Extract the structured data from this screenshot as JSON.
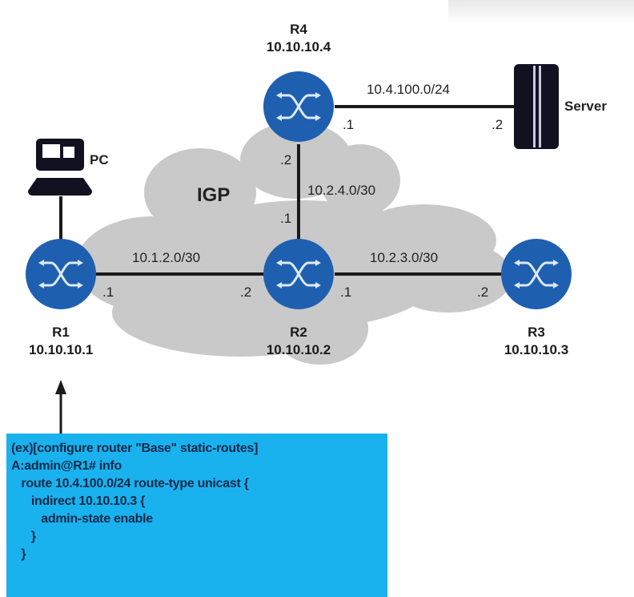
{
  "cloud": {
    "label": "IGP",
    "color": "#c9c9c9"
  },
  "colors": {
    "router": "#1f5fb0",
    "router_icon": "#dce9f8",
    "link": "#1a1a1a",
    "code_bg": "#1ab2ee",
    "device": "#111122"
  },
  "routers": [
    {
      "name": "R1",
      "ip": "10.10.10.1",
      "icon": "router-icon"
    },
    {
      "name": "R2",
      "ip": "10.10.10.2",
      "icon": "router-icon"
    },
    {
      "name": "R3",
      "ip": "10.10.10.3",
      "icon": "router-icon"
    },
    {
      "name": "R4",
      "ip": "10.10.10.4",
      "icon": "router-icon"
    }
  ],
  "devices": {
    "pc": {
      "label": "PC",
      "icon": "pc-icon"
    },
    "server": {
      "label": "Server",
      "icon": "server-icon"
    }
  },
  "links": [
    {
      "subnet": "10.1.2.0/30",
      "a_end": ".1",
      "b_end": ".2",
      "between": "R1-R2"
    },
    {
      "subnet": "10.2.3.0/30",
      "a_end": ".1",
      "b_end": ".2",
      "between": "R2-R3"
    },
    {
      "subnet": "10.2.4.0/30",
      "a_end": ".1",
      "b_end": ".2",
      "between": "R2-R4"
    },
    {
      "subnet": "10.4.100.0/24",
      "a_end": ".1",
      "b_end": ".2",
      "between": "R4-Server"
    }
  ],
  "config": {
    "lines": [
      "(ex)[configure router \"Base\" static-routes]",
      "A:admin@R1# info",
      "   route 10.4.100.0/24 route-type unicast {",
      "      indirect 10.10.10.3 {",
      "         admin-state enable",
      "      }",
      "   }"
    ]
  }
}
